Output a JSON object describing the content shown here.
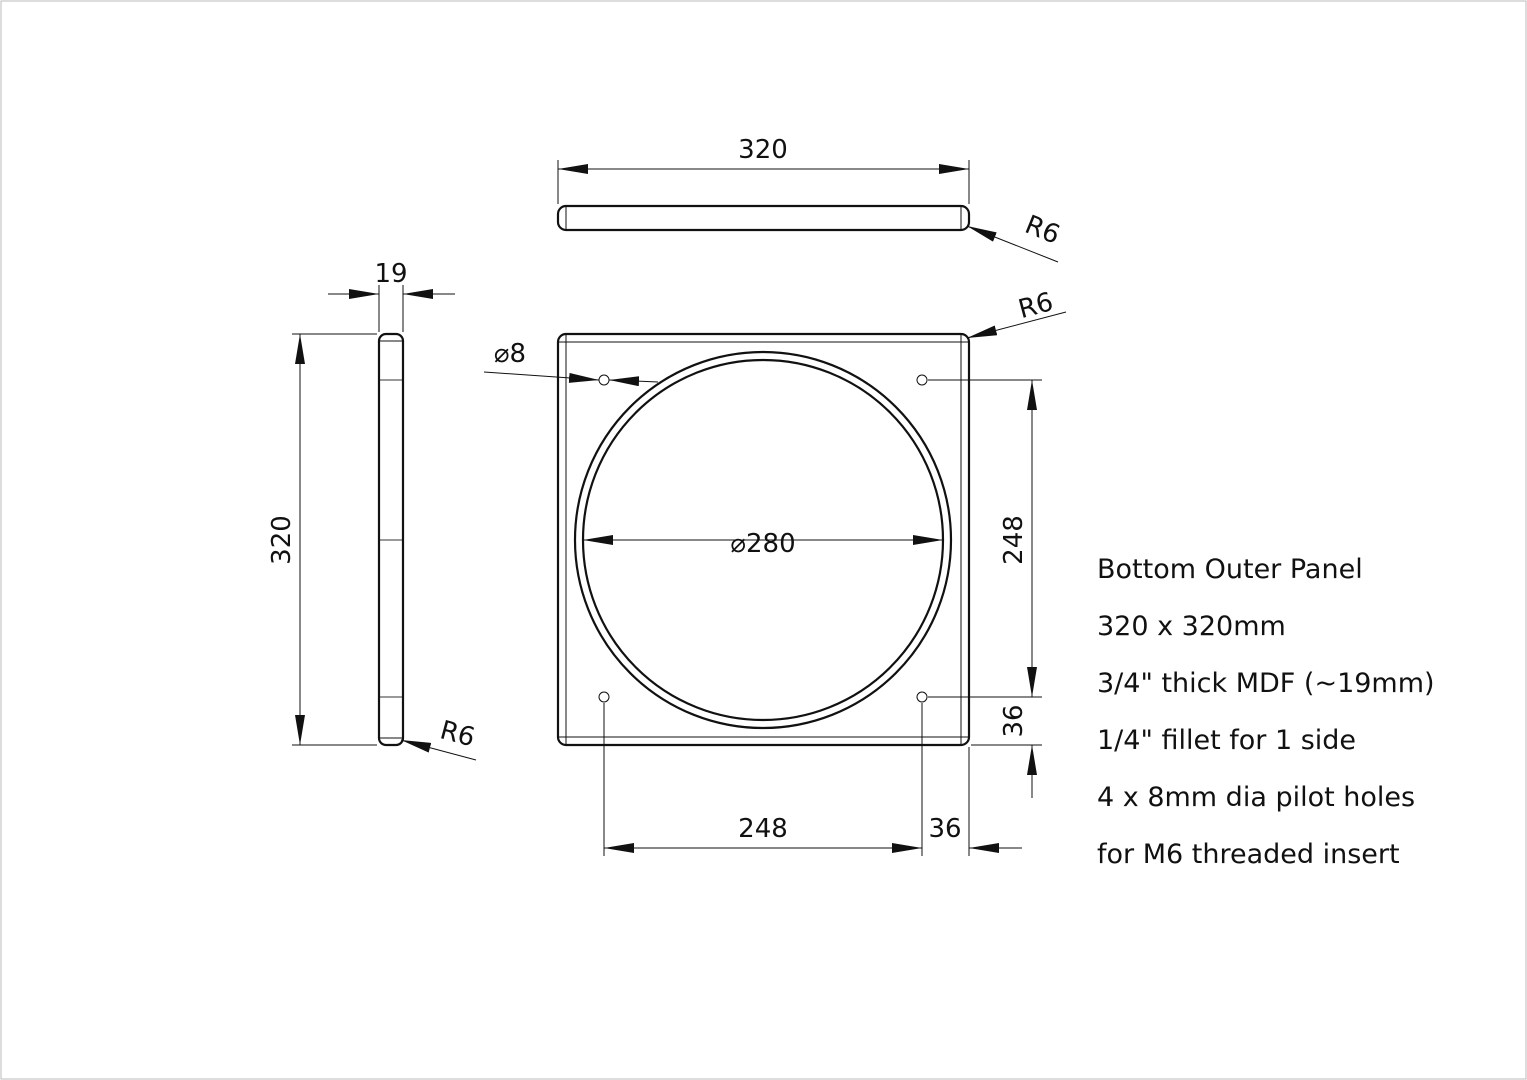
{
  "drawing": {
    "top_view": {
      "width_label": "320",
      "corner_radius_label": "R6"
    },
    "side_view": {
      "thickness_label": "19",
      "height_label": "320",
      "corner_radius_label": "R6"
    },
    "front_view": {
      "corner_radius_label": "R6",
      "hole_diameter_label": "⌀8",
      "cutout_diameter_label": "⌀280",
      "hole_spacing_vertical_label": "248",
      "edge_offset_vertical_label": "36",
      "hole_spacing_horizontal_label": "248",
      "edge_offset_horizontal_label": "36"
    },
    "notes": [
      "Bottom Outer Panel",
      "320 x 320mm",
      "3/4\" thick MDF (~19mm)",
      "1/4\" fillet for 1 side",
      "4 x 8mm dia pilot holes",
      "for M6 threaded insert"
    ]
  }
}
